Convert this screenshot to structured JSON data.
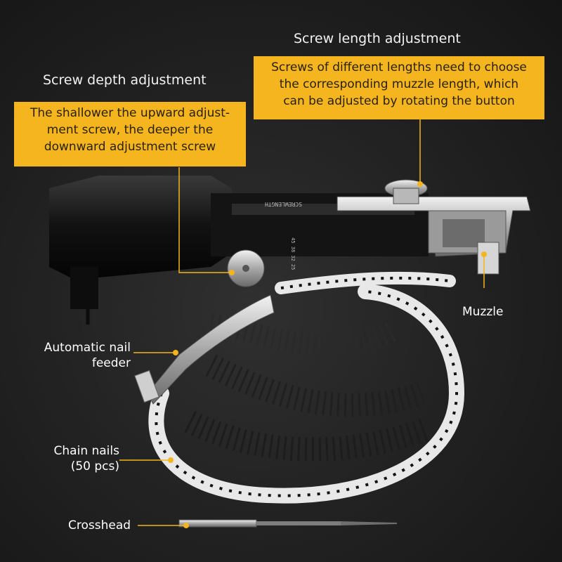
{
  "depth": {
    "heading": "Screw depth adjustment",
    "line1": "The shallower the upward adjust-",
    "line2": "ment screw, the deeper the",
    "line3": "downward adjustment screw"
  },
  "length": {
    "heading": "Screw length adjustment",
    "line1": "Screws of different lengths need to choose",
    "line2": "the corresponding muzzle length, which",
    "line3": "can be adjusted by rotating the button"
  },
  "labels": {
    "muzzle": "Muzzle",
    "feeder_line1": "Automatic nail",
    "feeder_line2": "feeder",
    "chain_line1": "Chain nails",
    "chain_line2": "(50 pcs)",
    "crosshead": "Crosshead"
  },
  "tool_marking": {
    "side_text": "SCREWLENGTH",
    "scale_text": "45 38 32 25"
  },
  "colors": {
    "accent": "#f5b51e",
    "background": "#1c1c1c",
    "leader_line": "#f5b51e"
  }
}
